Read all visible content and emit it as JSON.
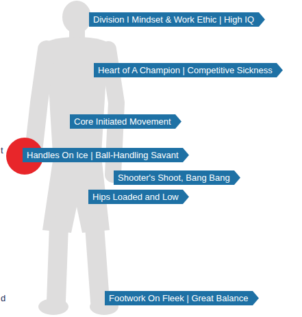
{
  "diagram": {
    "nodes": [
      {
        "text": [
          "Division I Mindset & Work Ethic | High IQ"
        ]
      },
      {
        "text": [
          "Heart of A Champion | Competitive Sickness"
        ]
      },
      {
        "text": [
          "Core Initiated Movement"
        ]
      },
      {
        "text": [
          "Handles On Ice | Ball-Handling Savant"
        ]
      },
      {
        "text": [
          "Shooter's Shoot, Bang Bang"
        ]
      },
      {
        "text": [
          "Hips Loaded and Low"
        ]
      },
      {
        "text": [
          "Footwork On Fleek | Great Balance"
        ]
      }
    ],
    "labels": [
      "t",
      "d"
    ]
  }
}
